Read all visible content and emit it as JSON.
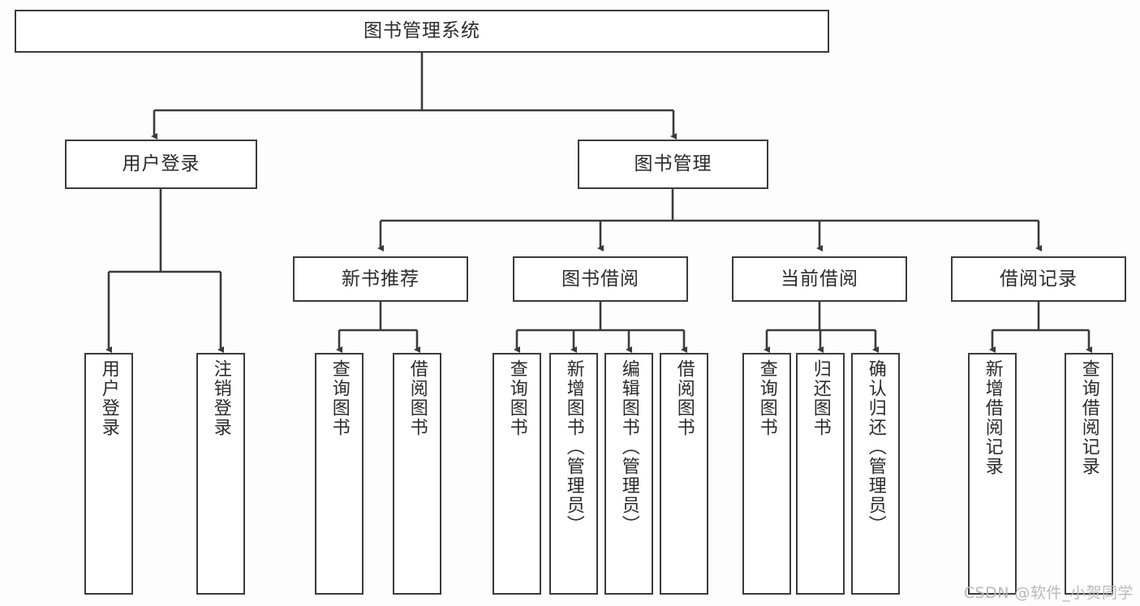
{
  "diagram": {
    "title": "图书管理系统",
    "type": "tree",
    "colors": {
      "stroke": "#3b3b3b",
      "box_fill": "#ffffff",
      "background": "#fdfdfd",
      "text": "#2b2b2b",
      "watermark": "#b9b9b9"
    },
    "watermark": "CSDN @软件_小贺同学",
    "nodes": {
      "root": {
        "label": "图书管理系统"
      },
      "level1": [
        {
          "label": "用户登录"
        },
        {
          "label": "图书管理"
        }
      ],
      "level2": [
        {
          "label": "新书推荐"
        },
        {
          "label": "图书借阅"
        },
        {
          "label": "当前借阅"
        },
        {
          "label": "借阅记录"
        }
      ],
      "leaves": {
        "user_login": [
          {
            "label": "用户登录"
          },
          {
            "label": "注销登录"
          }
        ],
        "new_book_recommend": [
          {
            "label": "查询图书"
          },
          {
            "label": "借阅图书"
          }
        ],
        "book_borrow": [
          {
            "label": "查询图书"
          },
          {
            "label": "新增图书（管理员）"
          },
          {
            "label": "编辑图书（管理员）"
          },
          {
            "label": "借阅图书"
          }
        ],
        "current_borrow": [
          {
            "label": "查询图书"
          },
          {
            "label": "归还图书"
          },
          {
            "label": "确认归还（管理员）"
          }
        ],
        "borrow_record": [
          {
            "label": "新增借阅记录"
          },
          {
            "label": "查询借阅记录"
          }
        ]
      }
    }
  }
}
